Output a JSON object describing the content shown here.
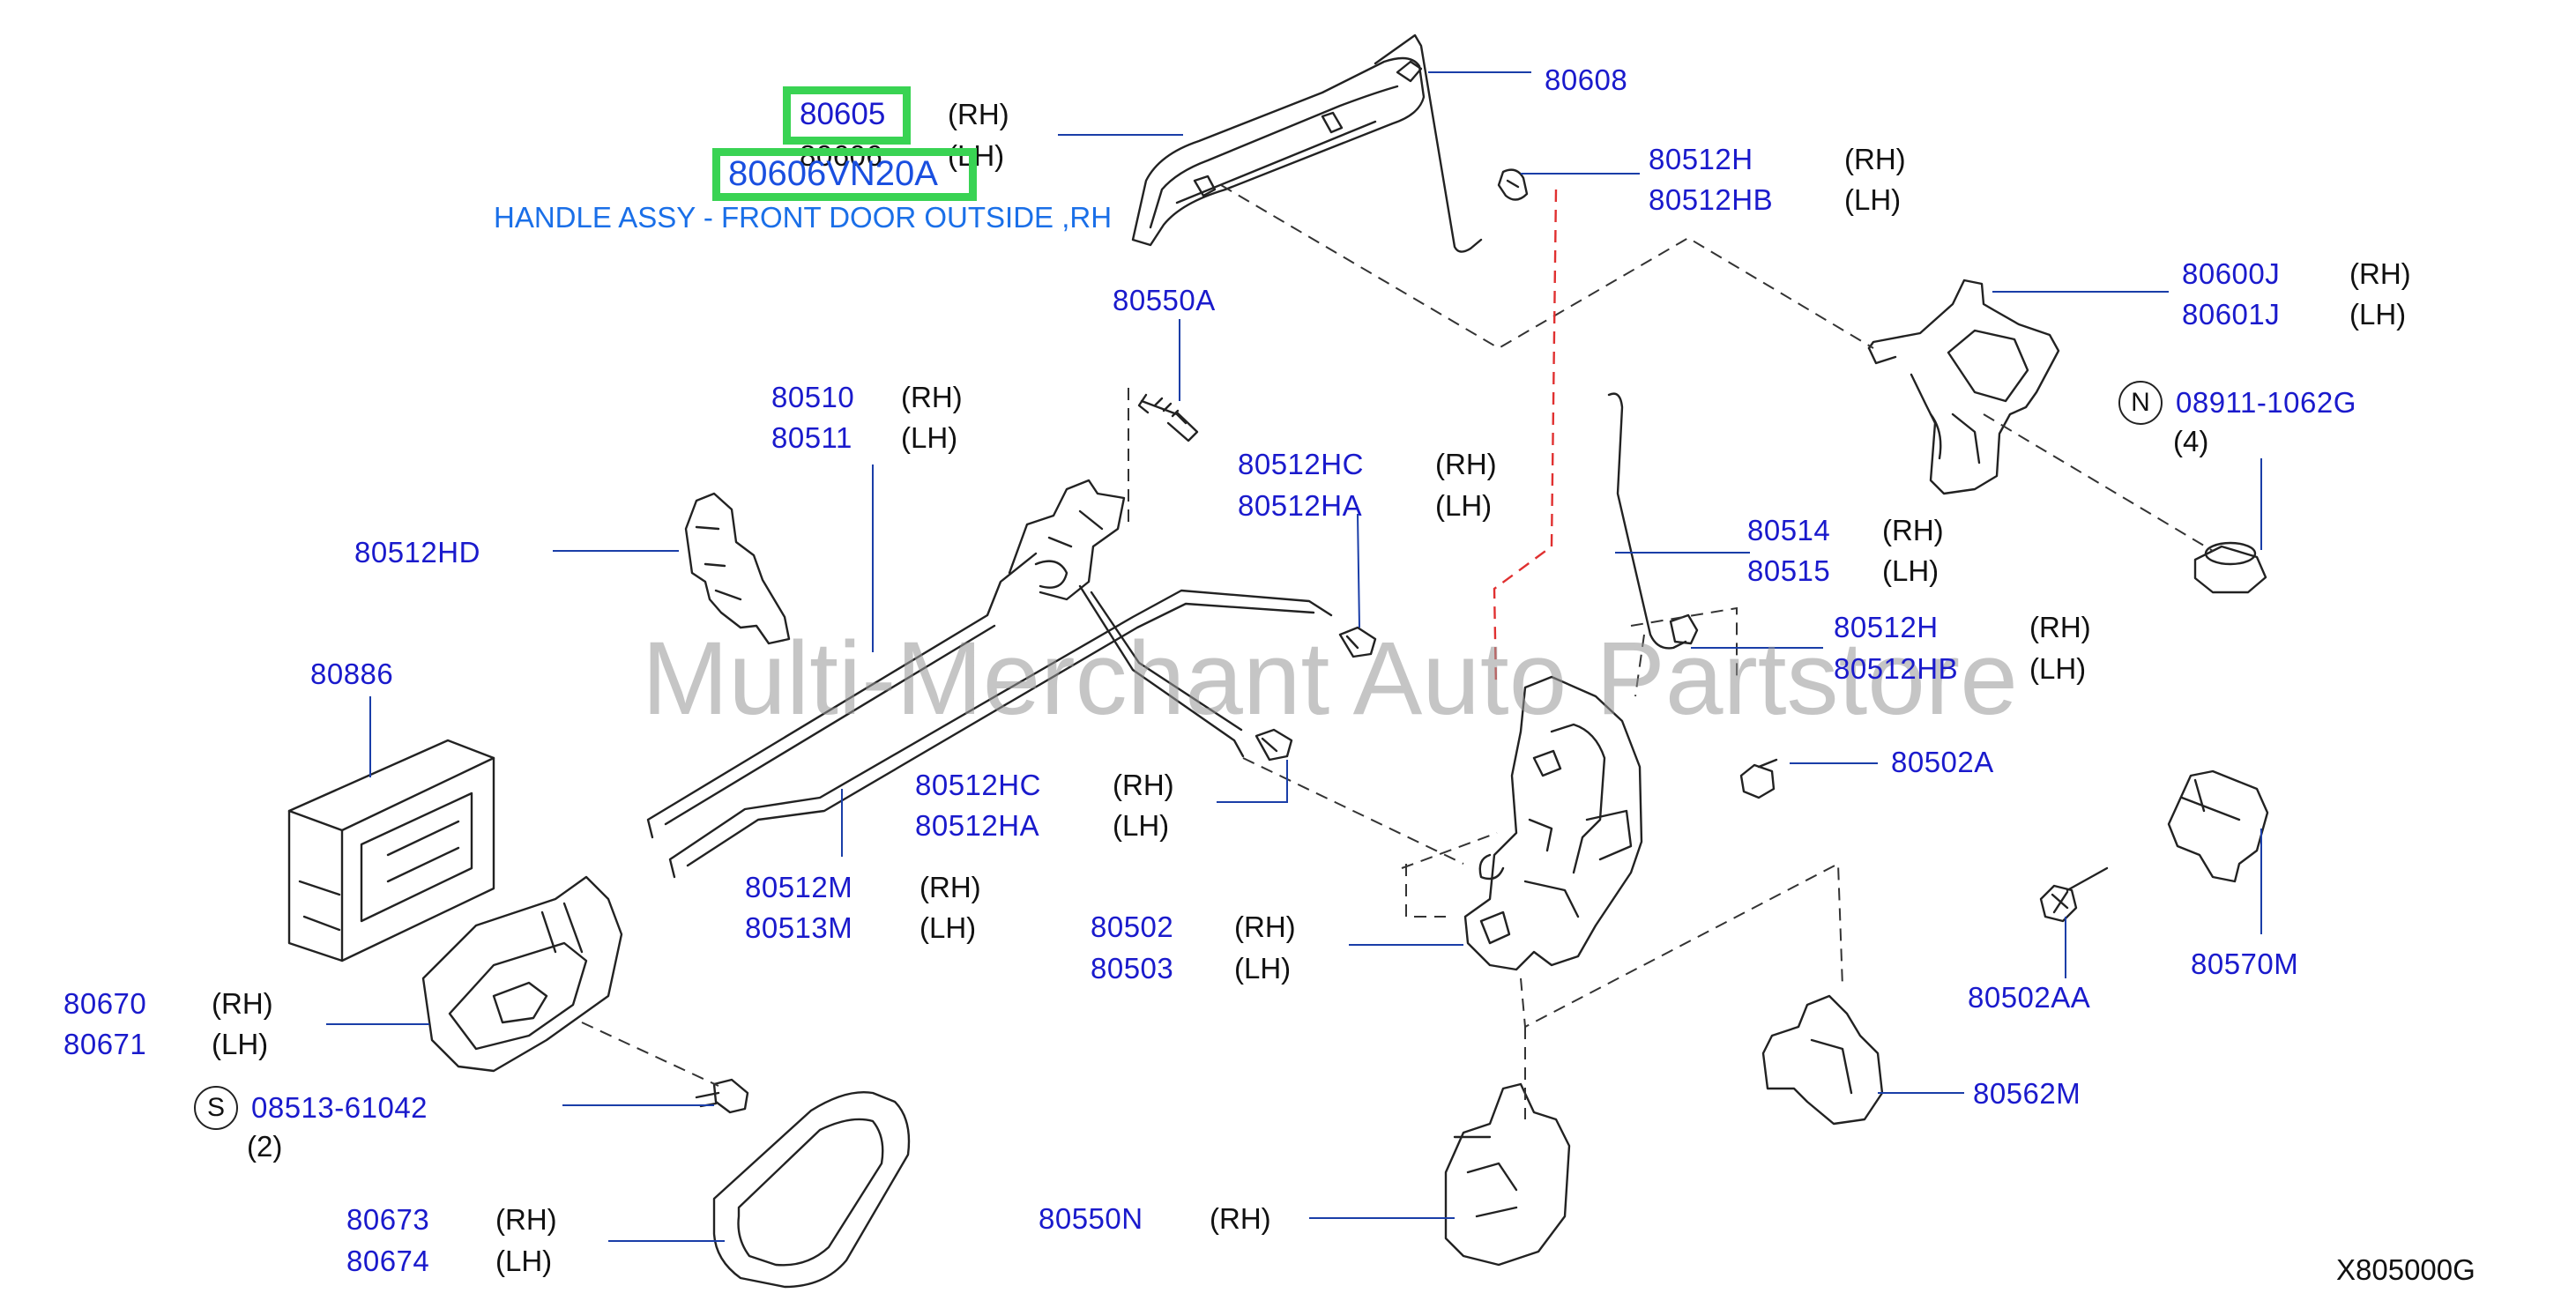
{
  "watermark": "Multi-Merchant Auto Partstore",
  "highlight": {
    "part_number": "80605",
    "vin_part": "80606VN20A",
    "description": "HANDLE ASSY - FRONT DOOR OUTSIDE ,RH"
  },
  "labels": {
    "p80606": "80606",
    "p80608": "80608",
    "p80512H_a": "80512H",
    "p80512HB_a": "80512HB",
    "p80600J": "80600J",
    "p80601J": "80601J",
    "p08911": "08911-1062G",
    "qty4": "(4)",
    "p80550A": "80550A",
    "p80510": "80510",
    "p80511": "80511",
    "p80512HC_a": "80512HC",
    "p80512HA_a": "80512HA",
    "p80512HD": "80512HD",
    "p80514": "80514",
    "p80515": "80515",
    "p80512H_b": "80512H",
    "p80512HB_b": "80512HB",
    "p80886": "80886",
    "p80502A": "80502A",
    "p80512HC_b": "80512HC",
    "p80512HA_b": "80512HA",
    "p80512M": "80512M",
    "p80513M": "80513M",
    "p80502": "80502",
    "p80503": "80503",
    "p80570M": "80570M",
    "p80502AA": "80502AA",
    "p80670": "80670",
    "p80671": "80671",
    "p08513": "08513-61042",
    "qty2": "(2)",
    "p80562M": "80562M",
    "p80673": "80673",
    "p80674": "80674",
    "p80550N": "80550N"
  },
  "sides": {
    "rh": "(RH)",
    "lh": "(LH)"
  },
  "markers": {
    "n": "N",
    "s": "S"
  },
  "diagram_code": "X805000G",
  "colors": {
    "label": "#1a1acc",
    "highlight_box": "#39d353",
    "highlight_text": "#1a4fe0",
    "description": "#1a6fe8",
    "dash_red": "#e03030"
  }
}
